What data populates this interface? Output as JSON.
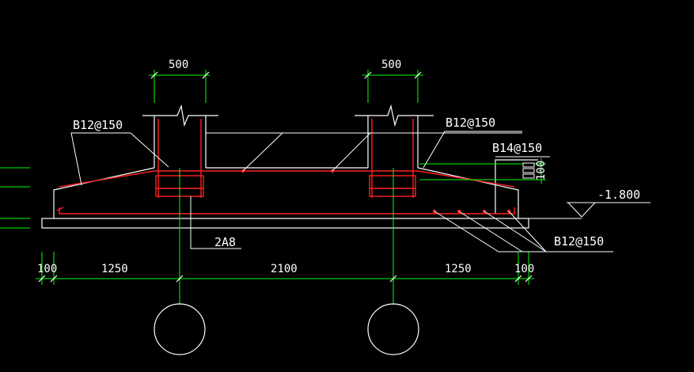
{
  "colors": {
    "background": "#000000",
    "outline": "#ffffff",
    "rebar": "#ff2020",
    "dimension": "#00ff00"
  },
  "labels": {
    "col_width_left": "500",
    "col_width_right": "500",
    "top_bar_left": "B12@150",
    "top_bar_right": "B12@150",
    "side_bar": "B14@150",
    "side_dim": "100",
    "elevation": "-1.800",
    "stirrup": "2A8",
    "bottom_bar": "B12@150"
  },
  "dimensions": {
    "bottom": [
      "100",
      "1250",
      "2100",
      "1250",
      "100"
    ]
  }
}
